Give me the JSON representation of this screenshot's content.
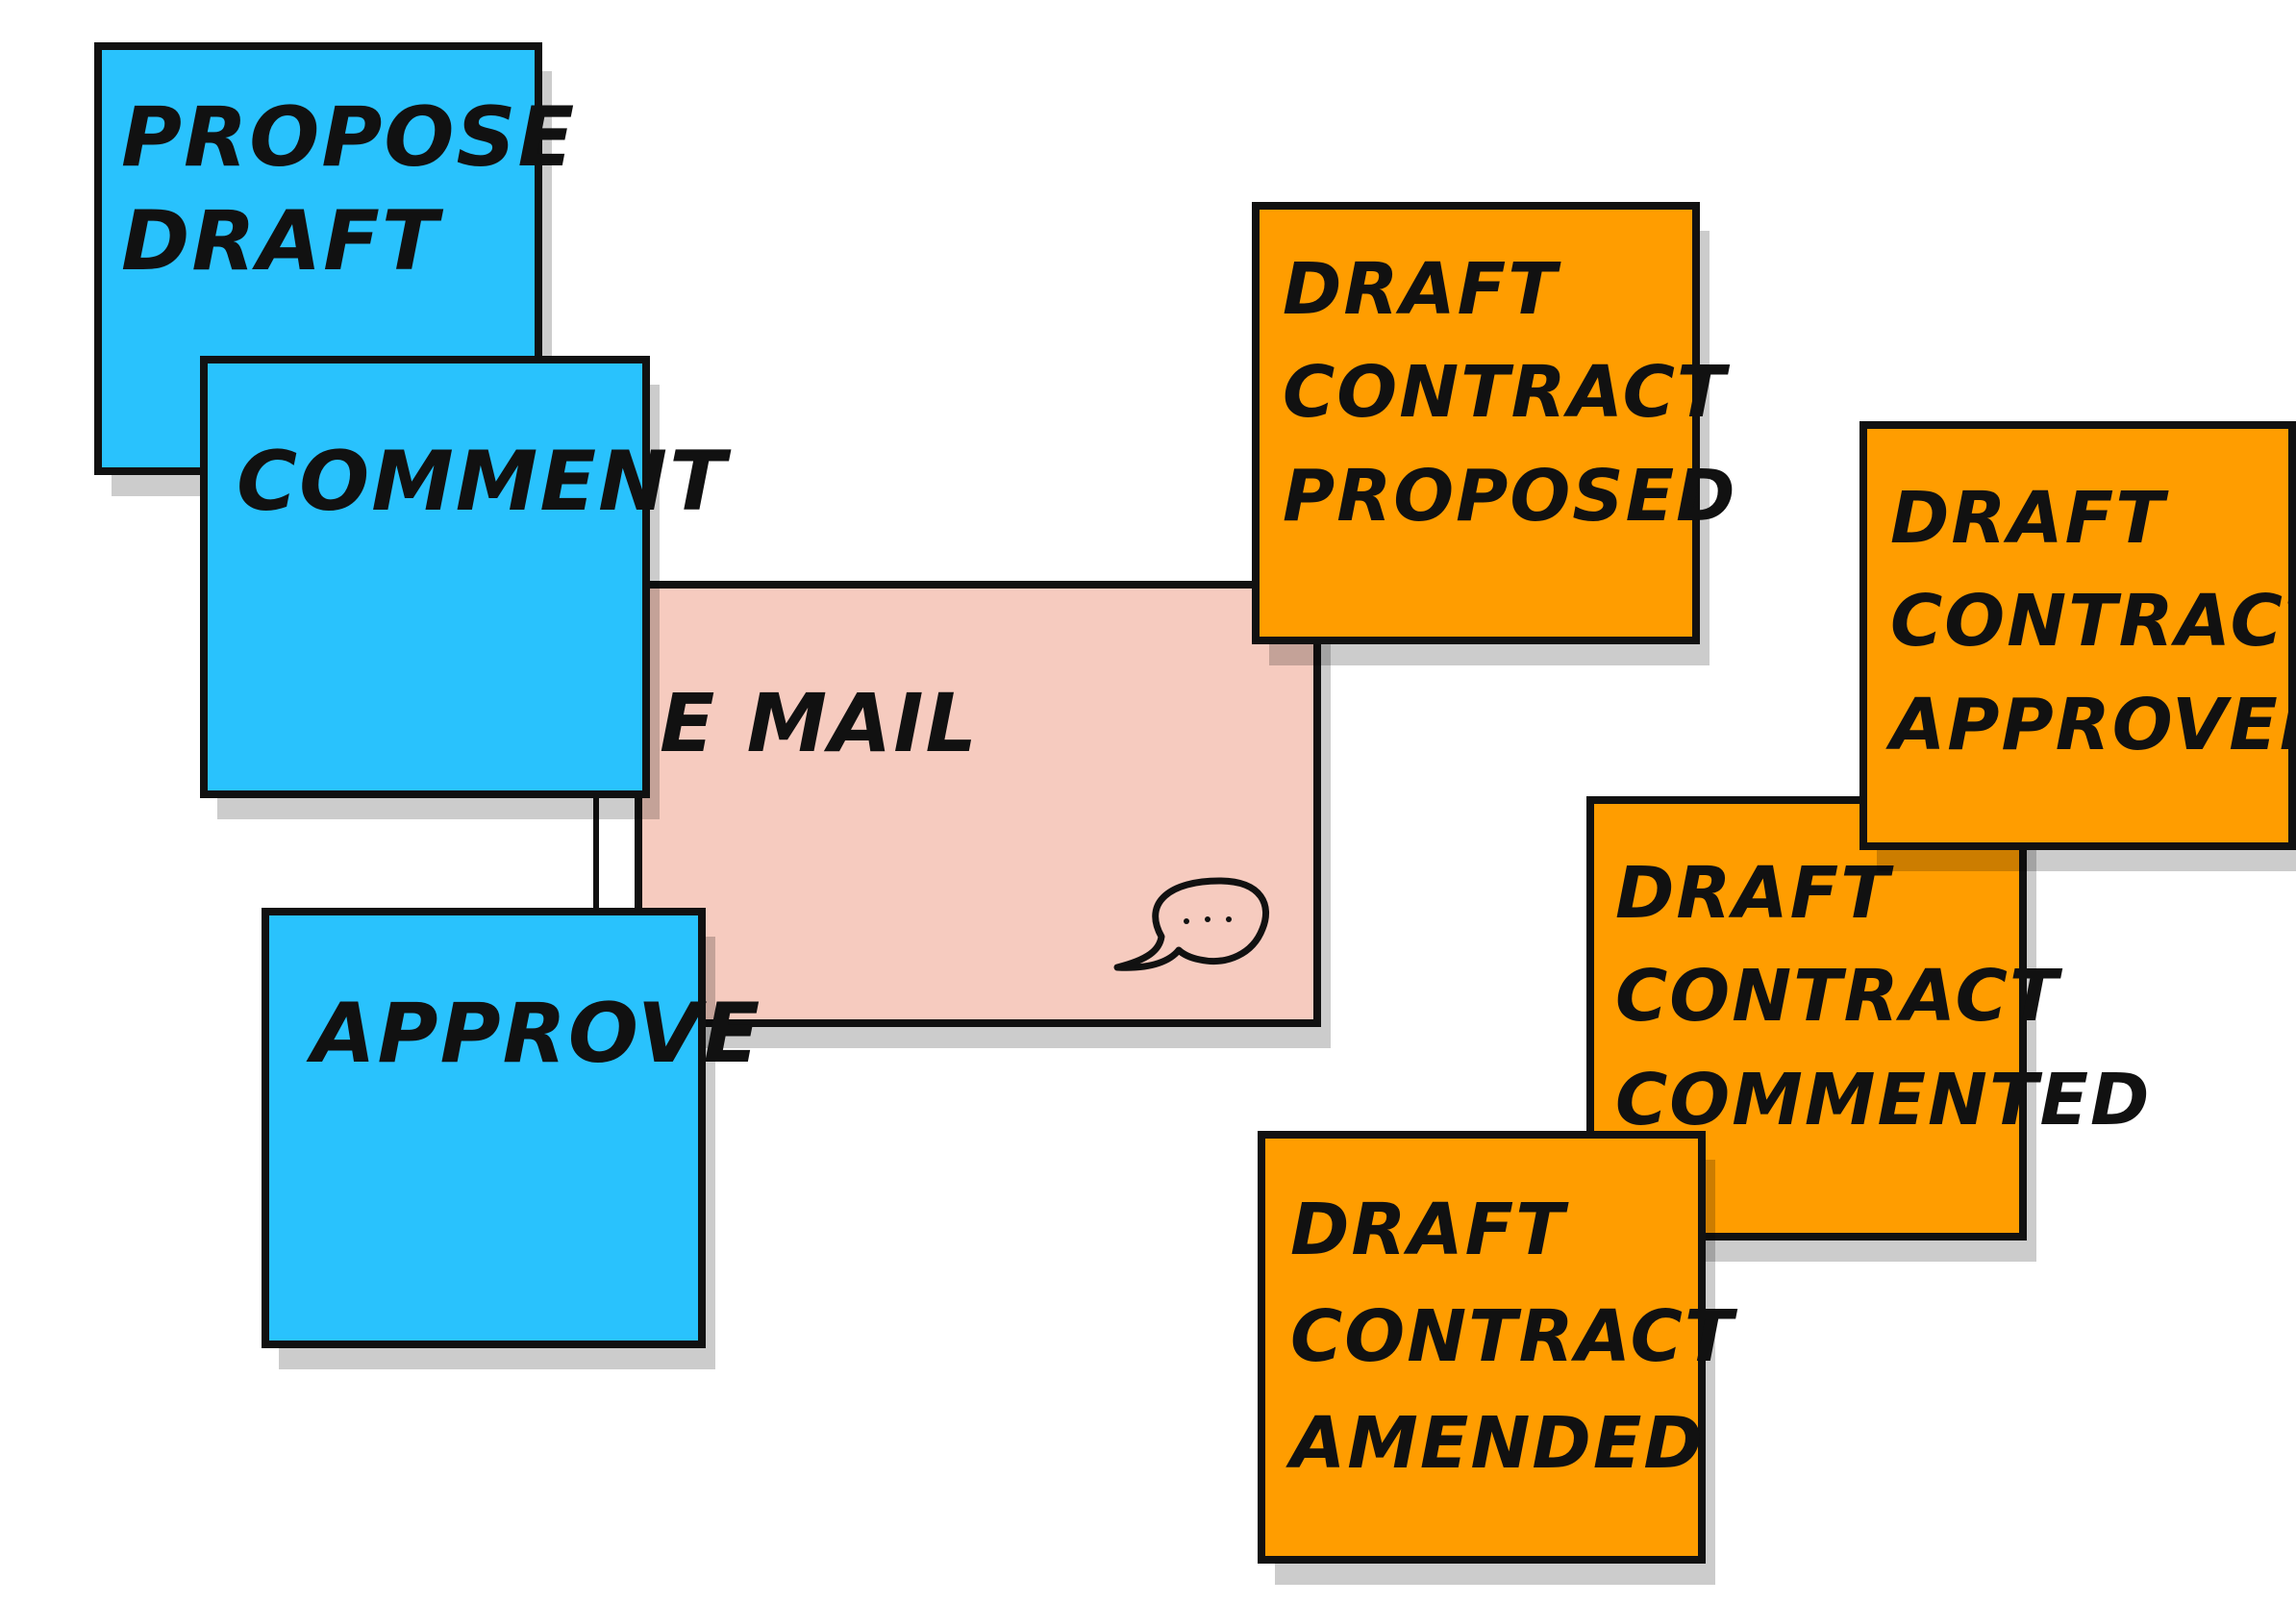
{
  "commands": [
    {
      "id": "propose-draft",
      "label": "PROPOSE\nDRAFT"
    },
    {
      "id": "comment",
      "label": "COMMENT"
    },
    {
      "id": "approve",
      "label": "APPROVE"
    }
  ],
  "external_system": {
    "label": "E MAIL",
    "icon": "speech-bubble-icon"
  },
  "events": [
    {
      "id": "draft-contract-proposed",
      "label": "DRAFT\nCONTRACT\nPROPOSED"
    },
    {
      "id": "draft-contract-approved",
      "label": "DRAFT\nCONTRACT\nAPPROVED"
    },
    {
      "id": "draft-contract-commented",
      "label": "DRAFT\nCONTRACT\nCOMMENTED"
    },
    {
      "id": "draft-contract-amended",
      "label": "DRAFT\nCONTRACT\nAMENDED"
    }
  ],
  "colors": {
    "command": "#29c2fd",
    "event": "#ff9d00",
    "external_system": "#f6cbbf",
    "outline": "#111111"
  }
}
